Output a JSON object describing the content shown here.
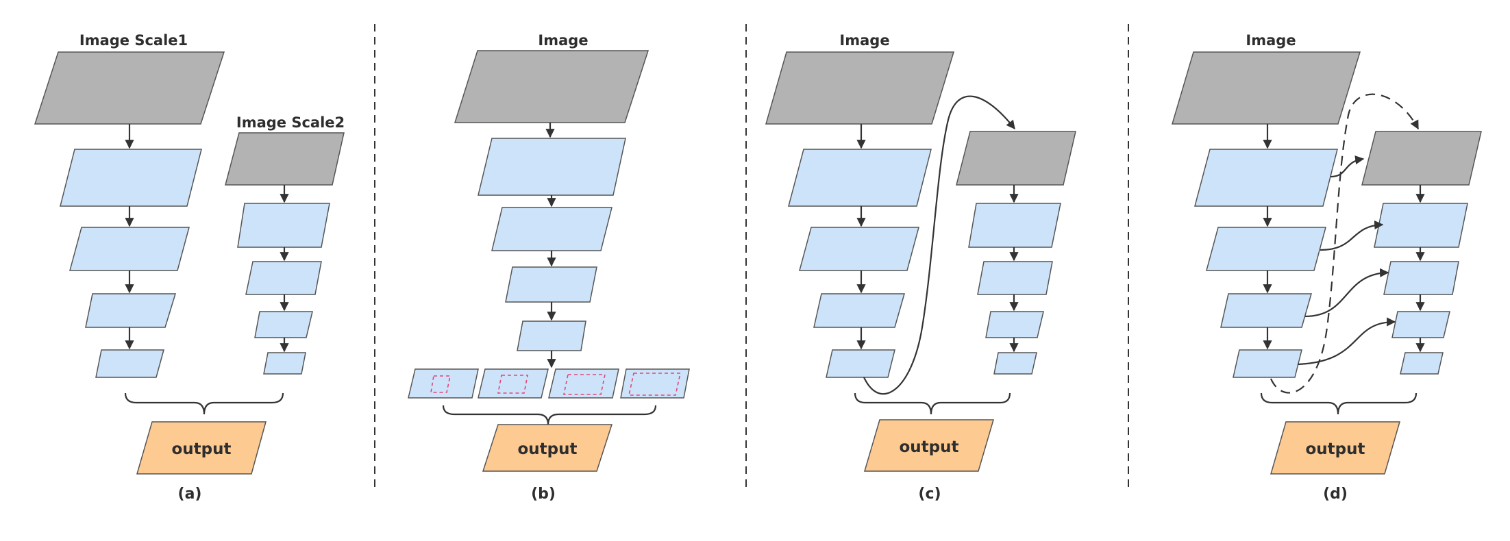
{
  "panels": [
    {
      "caption": "(a)",
      "labels": [
        "Image Scale1",
        "Image Scale2"
      ],
      "output": "output"
    },
    {
      "caption": "(b)",
      "labels": [
        "Image"
      ],
      "output": "output"
    },
    {
      "caption": "(c)",
      "labels": [
        "Image"
      ],
      "output": "output"
    },
    {
      "caption": "(d)",
      "labels": [
        "Image"
      ],
      "output": "output"
    }
  ],
  "colors": {
    "image": "#b3b3b3",
    "feature": "#cce3f9",
    "output": "#fdca92",
    "anchor": "#e0477a",
    "stroke": "#333333"
  }
}
